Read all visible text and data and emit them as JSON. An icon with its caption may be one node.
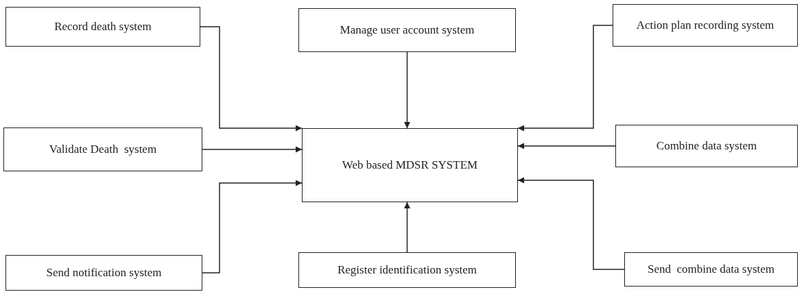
{
  "diagram": {
    "nodes": [
      {
        "text": [
          "Record death system"
        ]
      },
      {
        "text": [
          "Manage user account system"
        ]
      },
      {
        "text": [
          "Action plan recording system"
        ]
      },
      {
        "text": [
          "Web based MDSR SYSTEM"
        ]
      },
      {
        "text": [
          "Validate Death  system"
        ]
      },
      {
        "text": [
          "Combine data system"
        ]
      },
      {
        "text": [
          "Send notification system"
        ]
      },
      {
        "text": [
          "Register identification system"
        ]
      },
      {
        "text": [
          "Send  combine data system"
        ]
      }
    ],
    "edges": [
      {
        "from": 0,
        "to": 3,
        "arrow": "to"
      },
      {
        "from": 1,
        "to": 3,
        "arrow": "to"
      },
      {
        "from": 2,
        "to": 3,
        "arrow": "to"
      },
      {
        "from": 4,
        "to": 3,
        "arrow": "to"
      },
      {
        "from": 5,
        "to": 3,
        "arrow": "to"
      },
      {
        "from": 6,
        "to": 3,
        "arrow": "to"
      },
      {
        "from": 7,
        "to": 3,
        "arrow": "to"
      },
      {
        "from": 8,
        "to": 3,
        "arrow": "to"
      }
    ]
  }
}
